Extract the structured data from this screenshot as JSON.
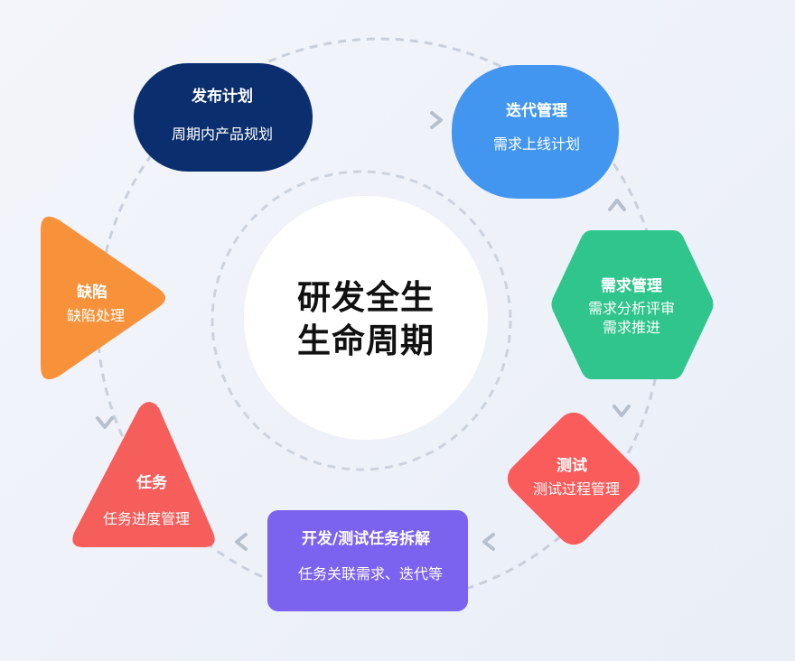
{
  "center": {
    "line1": "研发全生",
    "line2": "生命周期"
  },
  "nodes": {
    "release": {
      "title": "发布计划",
      "desc": "周期内产品规划",
      "color": "#0b2f6e"
    },
    "iteration": {
      "title": "迭代管理",
      "desc": "需求上线计划",
      "color": "#4296f0"
    },
    "requirement": {
      "title": "需求管理",
      "desc1": "需求分析评审",
      "desc2": "需求推进",
      "color": "#2fc58c"
    },
    "test": {
      "title": "测试",
      "desc": "测试过程管理",
      "color": "#fa5b5b"
    },
    "devtask": {
      "title": "开发/测试任务拆解",
      "desc": "任务关联需求、迭代等",
      "color": "#7b63f0"
    },
    "task": {
      "title": "任务",
      "desc": "任务进度管理",
      "color": "#f55e5a"
    },
    "defect": {
      "title": "缺陷",
      "desc": "缺陷处理",
      "color": "#f7923a"
    }
  }
}
